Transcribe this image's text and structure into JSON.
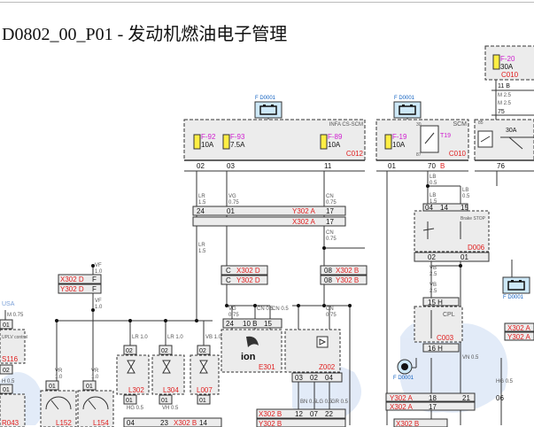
{
  "title": "D0802_00_P01 - 发动机燃油电子管理",
  "colors": {
    "wire": "#333333",
    "red_label": "#e02020",
    "magenta": "#d020d0",
    "blue": "#1060c0",
    "fuse_yellow": "#ffee44",
    "box_fill": "#e8e8e8",
    "watermark": "#c8d8f0"
  },
  "power_sources": [
    {
      "id": "ps1",
      "label": "F D0001",
      "icon": "battery-icon"
    },
    {
      "id": "ps2",
      "label": "F D0001",
      "icon": "battery-icon"
    },
    {
      "id": "ps3",
      "label": "F D0001",
      "icon": "battery-icon"
    }
  ],
  "box_bsm": {
    "header": "INFA CS-SCM",
    "code": "C012",
    "fuses": [
      {
        "name": "F-92",
        "rating": "10A"
      },
      {
        "name": "F-93",
        "rating": "7.5A"
      },
      {
        "name": "F-89",
        "rating": "10A"
      }
    ],
    "pins": [
      "02",
      "03",
      "11"
    ]
  },
  "box_scm": {
    "header": "SCM",
    "code": "C010",
    "fuse": {
      "name": "F-19",
      "rating": "10A"
    },
    "relay": "T19",
    "pins_top": [
      "30",
      "87"
    ],
    "pins": [
      "01",
      "70",
      "B"
    ]
  },
  "box_topright": {
    "fuse": {
      "name": "F-20",
      "rating": "30A"
    },
    "code": "C010",
    "wires": [
      "11 B",
      "M 2.5",
      "M 2.5",
      "75"
    ]
  },
  "box_right_relay": {
    "rating": "30A",
    "pins": [
      "85",
      "76"
    ]
  },
  "wire_labels": {
    "lr15": [
      "LR",
      "1.5"
    ],
    "vg075": [
      "VG",
      "0.75"
    ],
    "cn075": [
      "CN",
      "0.75"
    ],
    "lb05": [
      "LB",
      "0.5"
    ],
    "lb15": [
      "LB",
      "1.5"
    ],
    "vb25": [
      "VB",
      "2.5"
    ],
    "vr10": [
      "VR",
      "1.0"
    ],
    "vf10": [
      "VF",
      "1.0"
    ]
  },
  "connectors": {
    "y302a_24": "24",
    "y302a_01": "01",
    "y302a_lbl": "Y302 A",
    "y302a_17": "17",
    "x302a_lbl": "X302 A",
    "x302a_17": "17",
    "x302d_lbl": "X302 D",
    "y302d_lbl": "Y302 D",
    "x302d_f": "F",
    "y302d_f": "F",
    "cx302d": "C",
    "cx302d_lbl": "X302 D",
    "cy302d": "C",
    "cy302d_lbl": "Y302 D",
    "x302b_08": "08",
    "x302b_lbl": "X302 B",
    "y302b_08": "08",
    "y302b_lbl": "Y302 B"
  },
  "components": {
    "s116": {
      "code": "S116",
      "label": "UPLV control"
    },
    "usa": "USA",
    "l302": "L302",
    "l304": "L304",
    "l007": "L007",
    "e301": {
      "code": "E301",
      "label": "ion"
    },
    "z002": "Z002",
    "d006": {
      "code": "D006",
      "label": "Brake STOP"
    },
    "c003": {
      "code": "C003",
      "label": "CPL"
    },
    "r043": "R043",
    "l152": "L152",
    "l154": "L154",
    "fd0001": "F D0001"
  },
  "pin_numbers": {
    "e301": [
      "24",
      "10 B",
      "15"
    ],
    "z002": [
      "03",
      "02",
      "04"
    ],
    "c003_top": "15 H",
    "c003_bot": "16 H",
    "d006": [
      "02",
      "01"
    ],
    "lb_col": [
      "04",
      "14",
      "15"
    ],
    "bottom_row": [
      "04",
      "23",
      "X302 B",
      "14"
    ],
    "x302b_bottom": [
      "X302 B",
      "Y302 B"
    ],
    "bottom_pins": [
      "12",
      "07",
      "22"
    ],
    "y302a_bottom": [
      "Y302 A",
      "X302 A",
      "18",
      "17"
    ],
    "right_bottom": [
      "21",
      "06"
    ],
    "x302a_right": [
      "X302 A",
      "Y302 A"
    ],
    "single_01": "01",
    "single_02": "02",
    "single_01b": "01",
    "single_02b": "02",
    "r043_pin": "01",
    "h05": "H 0.5"
  },
  "wire_small": {
    "m075": "M 0.75",
    "lr10": "LR 1.0",
    "hg05": "HG 0.5",
    "vh05": "VH 0.5",
    "vb10": "VB 1.0",
    "bn05": "BN 0.5",
    "lg05": "LG 0.5",
    "gr05": "GR 0.5",
    "vn05": "VN 0.5",
    "cn05": "CN 0.5"
  }
}
